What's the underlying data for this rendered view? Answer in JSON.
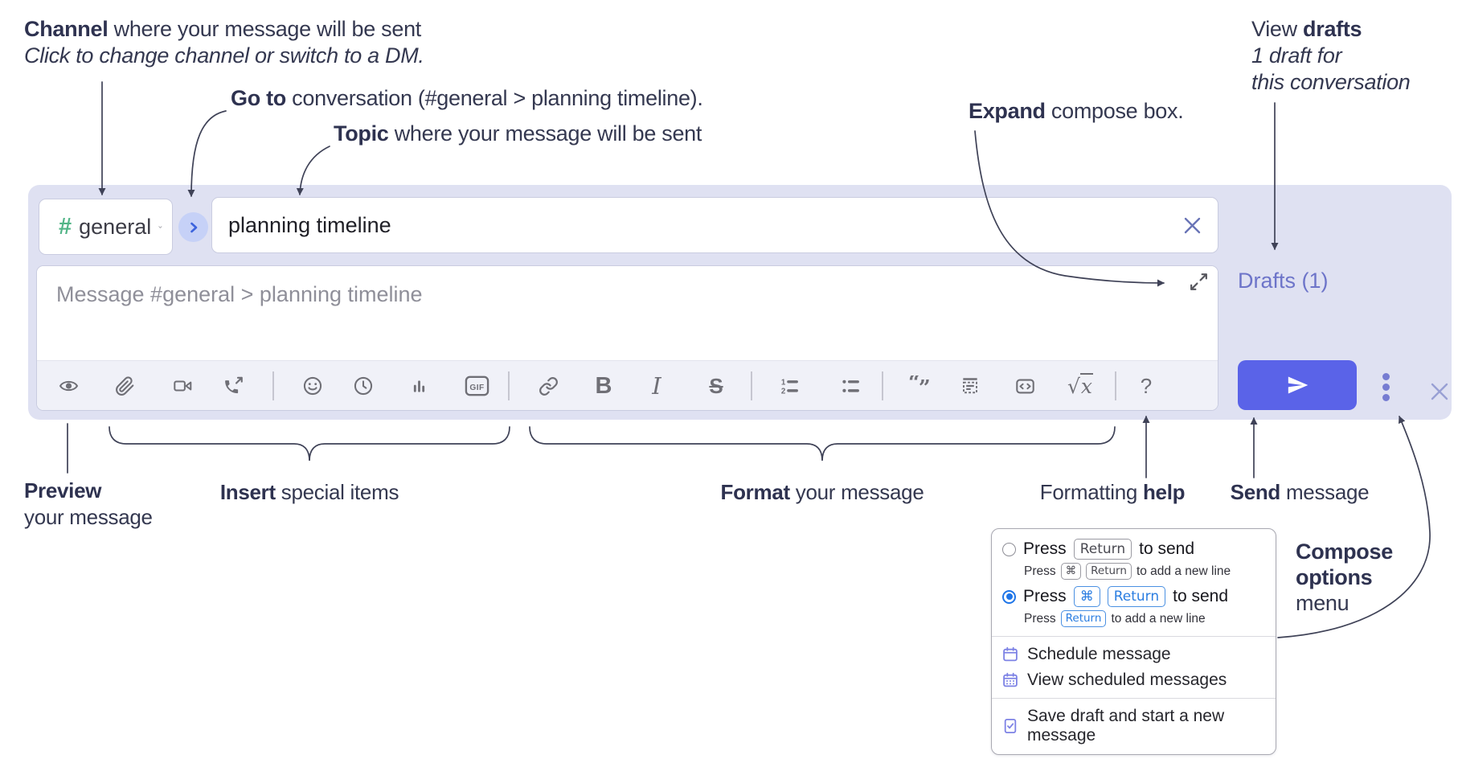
{
  "colors": {
    "accent_send": "#5a63e8",
    "compose_bg": "#dfe1f2",
    "drafts_link": "#6d74c9",
    "channel_hash_green": "#52b587",
    "radio_selected_blue": "#1e75e8",
    "key_blue": "#2a7de1",
    "annotation_ink": "#343850"
  },
  "annotations": {
    "channel": {
      "bold": "Channel",
      "text": " where your message will be sent",
      "sub": "Click to change channel or switch to a DM."
    },
    "goto": {
      "bold": "Go to",
      "text": " conversation (#general > planning timeline)."
    },
    "topic": {
      "bold": "Topic",
      "text": " where your message will be sent"
    },
    "expand": {
      "bold": "Expand",
      "text": " compose box."
    },
    "view_drafts": {
      "text": "View ",
      "bold": "drafts",
      "line2": "1 draft for",
      "line3": "this conversation"
    },
    "preview": {
      "bold": "Preview",
      "line2": "your message"
    },
    "insert": {
      "bold": "Insert",
      "text": " special items"
    },
    "format": {
      "bold": "Format",
      "text": " your message"
    },
    "help": {
      "text": "Formatting ",
      "bold": "help"
    },
    "send": {
      "bold": "Send",
      "text": " message"
    },
    "compose_options": {
      "line1": "Compose",
      "line2": "options",
      "line3": "menu"
    }
  },
  "compose": {
    "channel": {
      "hash": "#",
      "label": "general"
    },
    "topic_value": "planning timeline",
    "message_placeholder": "Message #general > planning timeline",
    "drafts_link": "Drafts (1)"
  },
  "toolbar": {
    "icons": [
      "preview-eye",
      "attach-paperclip",
      "video-call",
      "audio-call",
      "emoji",
      "time",
      "poll",
      "gif",
      "link",
      "bold",
      "italic",
      "strikethrough",
      "numbered-list",
      "bulleted-list",
      "quote",
      "spoiler",
      "code",
      "math",
      "help"
    ],
    "gif": "GIF",
    "bold": "B",
    "italic": "I",
    "strike": "S",
    "help": "?",
    "sqrt": "√",
    "sqrt_x": "x",
    "ol1": "1",
    "ol2": "2",
    "quote_open": "“",
    "quote_close": "”"
  },
  "popup": {
    "opt1": {
      "press": "Press",
      "key": "Return",
      "after": "to send"
    },
    "opt1_sub": {
      "press": "Press",
      "cmd": "⌘",
      "key": "Return",
      "after": "to add a new line"
    },
    "opt2": {
      "press": "Press",
      "cmd": "⌘",
      "key": "Return",
      "after": "to send"
    },
    "opt2_sub": {
      "press": "Press",
      "key": "Return",
      "after": "to add a new line"
    },
    "schedule": "Schedule message",
    "view_scheduled": "View scheduled messages",
    "save_draft": "Save draft and start a new message"
  }
}
